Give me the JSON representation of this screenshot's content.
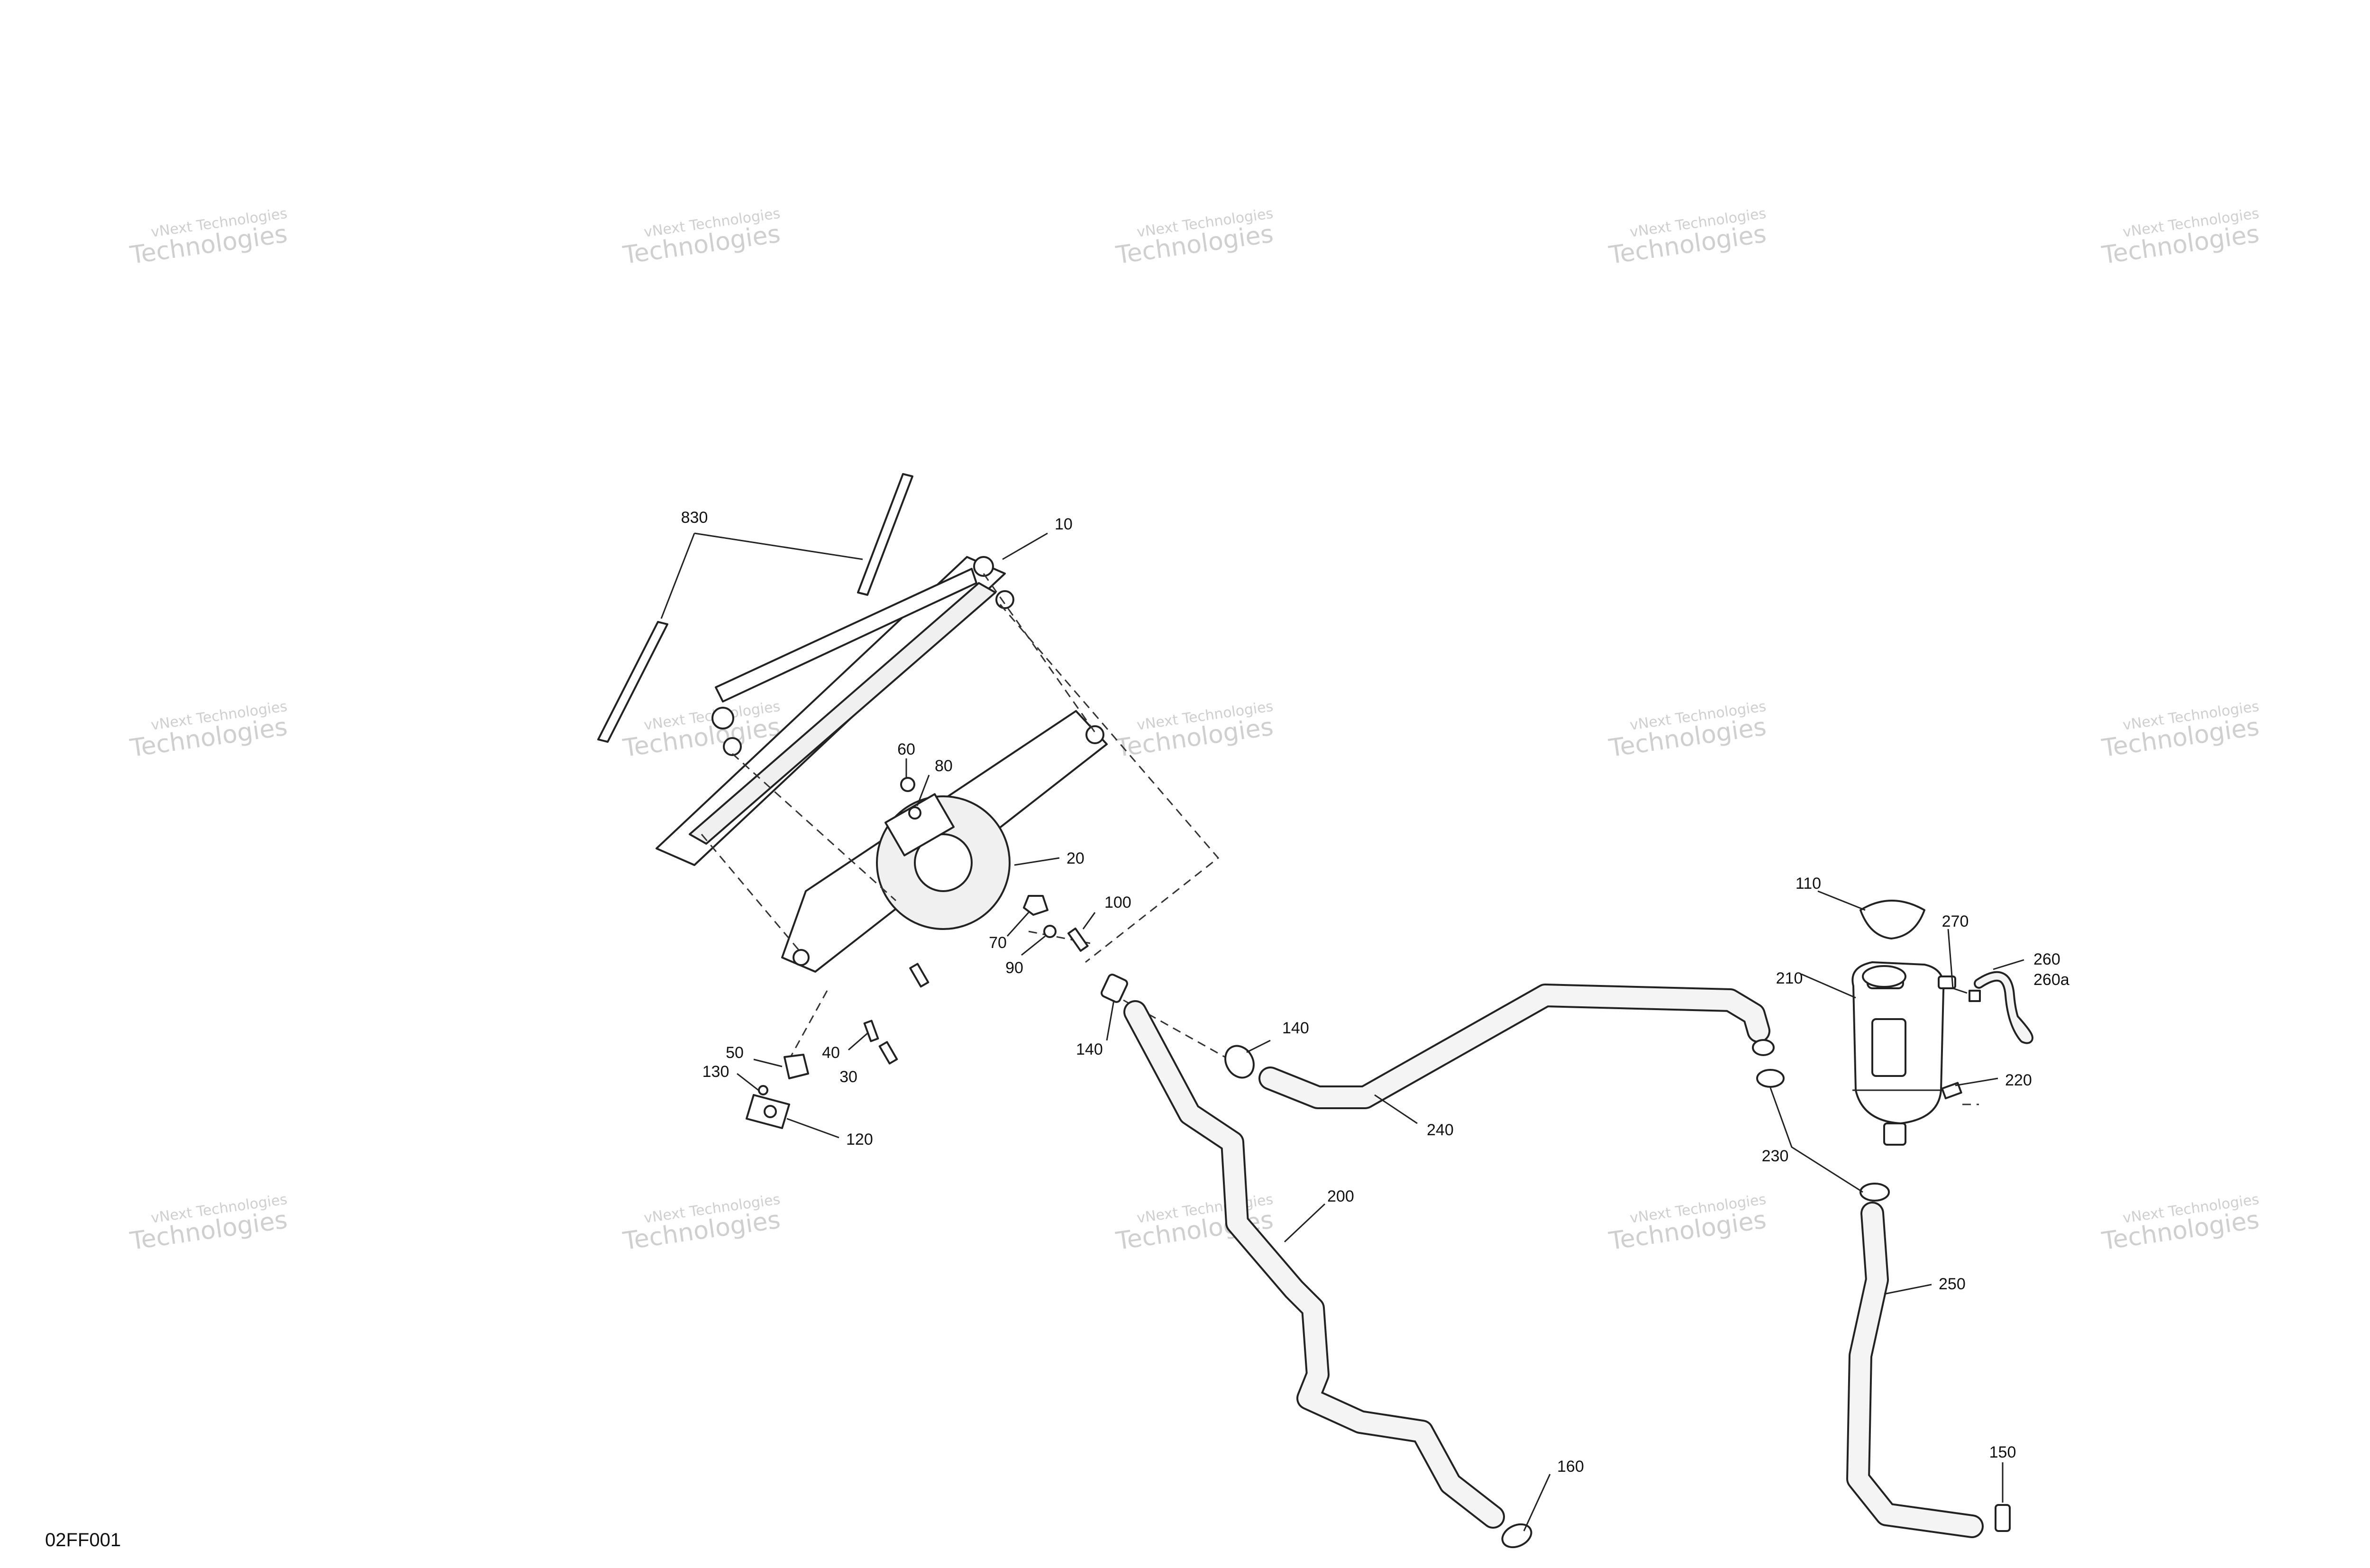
{
  "figure_id": "02FF001",
  "watermark": {
    "line1": "vNext Technologies",
    "line2": "Technologies"
  },
  "callouts": [
    {
      "id": "c830",
      "label": "830"
    },
    {
      "id": "c10",
      "label": "10"
    },
    {
      "id": "c60",
      "label": "60"
    },
    {
      "id": "c80",
      "label": "80"
    },
    {
      "id": "c20",
      "label": "20"
    },
    {
      "id": "c100",
      "label": "100"
    },
    {
      "id": "c70",
      "label": "70"
    },
    {
      "id": "c90",
      "label": "90"
    },
    {
      "id": "c140a",
      "label": "140"
    },
    {
      "id": "c140b",
      "label": "140"
    },
    {
      "id": "c50",
      "label": "50"
    },
    {
      "id": "c40",
      "label": "40"
    },
    {
      "id": "c130",
      "label": "130"
    },
    {
      "id": "c30",
      "label": "30"
    },
    {
      "id": "c120",
      "label": "120"
    },
    {
      "id": "c240",
      "label": "240"
    },
    {
      "id": "c200",
      "label": "200"
    },
    {
      "id": "c160",
      "label": "160"
    },
    {
      "id": "c110",
      "label": "110"
    },
    {
      "id": "c270",
      "label": "270"
    },
    {
      "id": "c260",
      "label": "260"
    },
    {
      "id": "c260a",
      "label": "260a"
    },
    {
      "id": "c210",
      "label": "210"
    },
    {
      "id": "c220",
      "label": "220"
    },
    {
      "id": "c230",
      "label": "230"
    },
    {
      "id": "c250",
      "label": "250"
    },
    {
      "id": "c150",
      "label": "150"
    }
  ]
}
